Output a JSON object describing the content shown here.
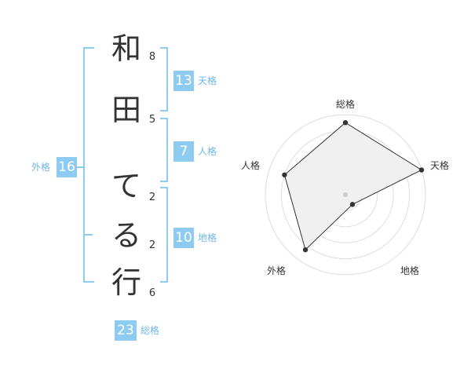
{
  "name_chars": [
    {
      "char": "和",
      "strokes": "8"
    },
    {
      "char": "田",
      "strokes": "5"
    },
    {
      "char": "て",
      "strokes": "2"
    },
    {
      "char": "る",
      "strokes": "2"
    },
    {
      "char": "行",
      "strokes": "6"
    }
  ],
  "kaku": {
    "tenkaku": {
      "value": "13",
      "label": "天格"
    },
    "jinkaku": {
      "value": "7",
      "label": "人格"
    },
    "chikaku": {
      "value": "10",
      "label": "地格"
    },
    "gaikaku": {
      "value": "16",
      "label": "外格"
    },
    "soukaku": {
      "value": "23",
      "label": "総格"
    }
  },
  "chart_data": {
    "type": "radar",
    "axes": [
      "総格",
      "天格",
      "地格",
      "外格",
      "人格"
    ],
    "values": [
      0.9,
      1.0,
      0.15,
      0.85,
      0.8
    ],
    "max": 1,
    "rings": 5,
    "fill_color": "#f0f0f0",
    "line_color": "#333333"
  },
  "colors": {
    "accent": "#8ecbf0",
    "text": "#333333"
  }
}
